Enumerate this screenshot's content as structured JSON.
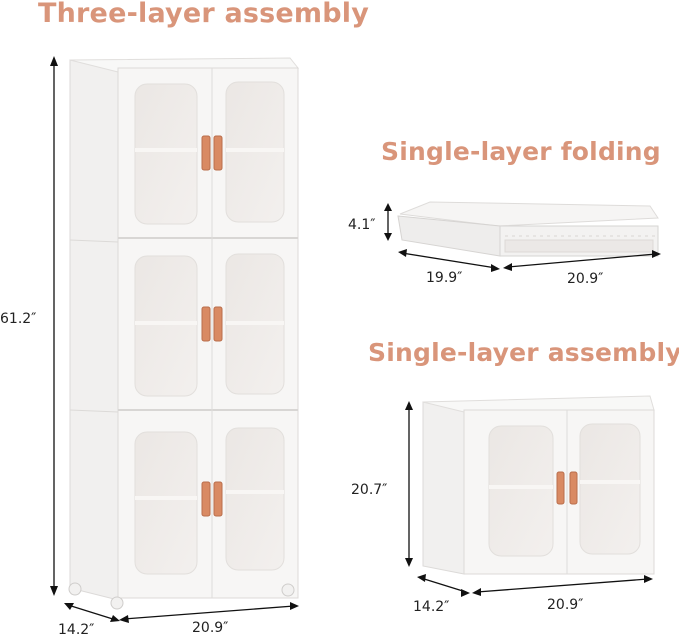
{
  "titles": {
    "three_layer": "Three-layer assembly",
    "single_folding": "Single-layer folding",
    "single_assembly": "Single-layer assembly"
  },
  "three_layer": {
    "height": "61.2″",
    "depth": "14.2″",
    "width": "20.9″"
  },
  "single_folding": {
    "height": "4.1″",
    "depth": "19.9″",
    "width": "20.9″"
  },
  "single_assembly": {
    "height": "20.7″",
    "depth": "14.2″",
    "width": "20.9″"
  },
  "colors": {
    "title": "#d9957a",
    "handle": "#d98a63",
    "cabinet": "#f7f6f5",
    "glass": "#e9e5e2"
  }
}
